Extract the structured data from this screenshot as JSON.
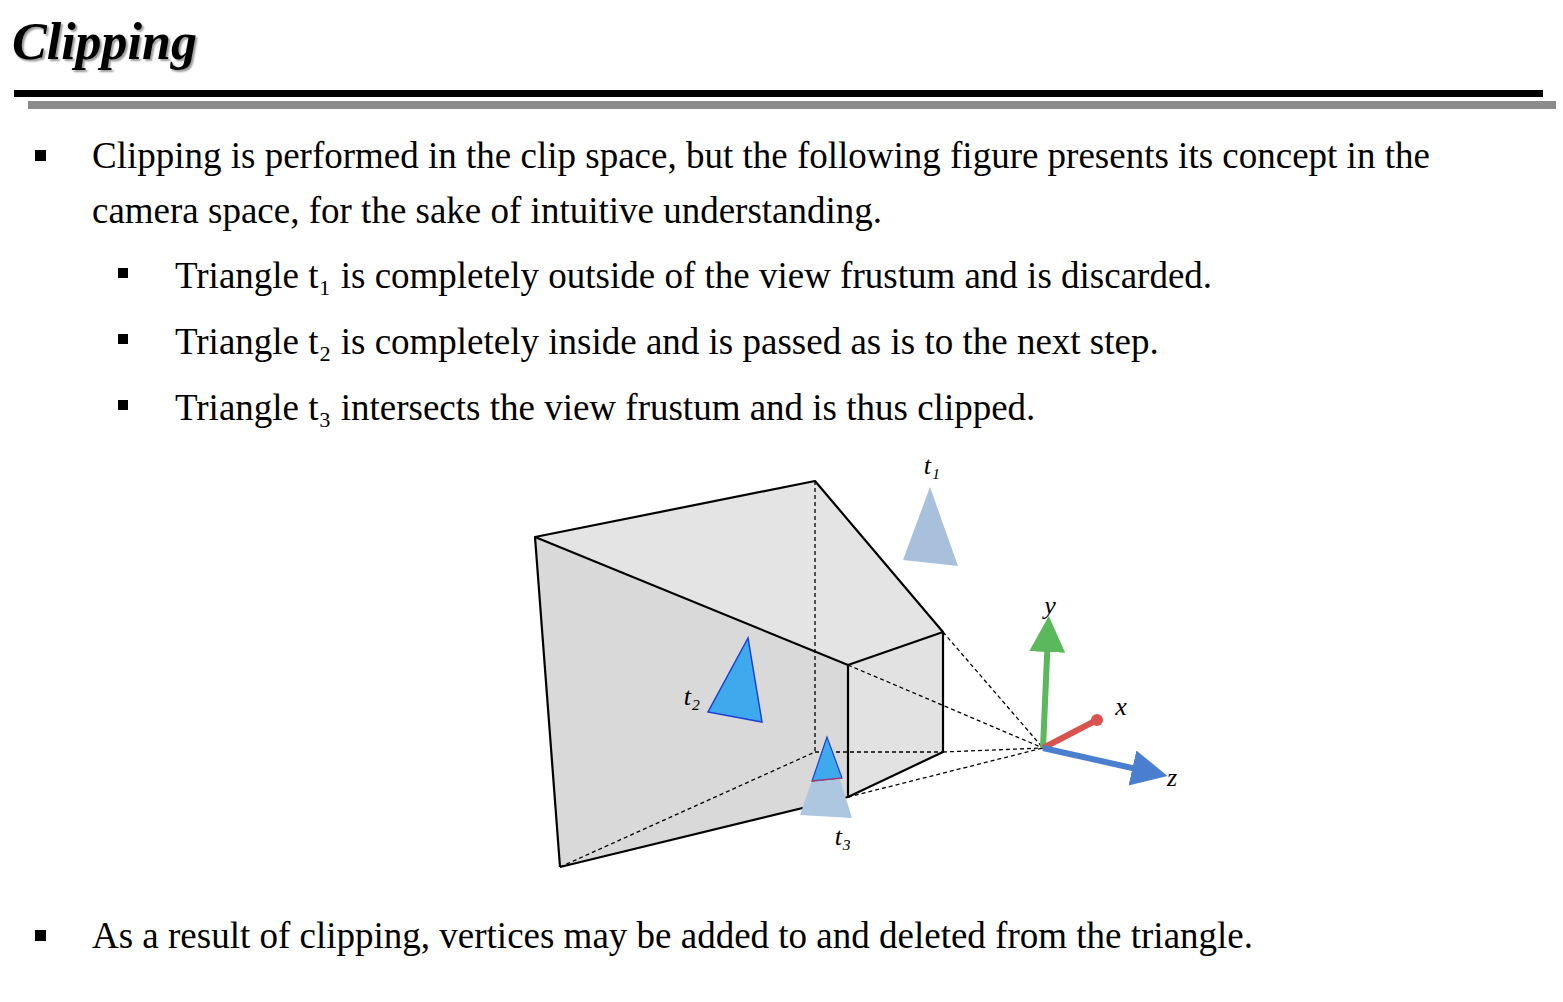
{
  "diagram": {
    "title": "Clipping",
    "labels": [
      "Clipping is performed in the clip space, but the following figure presents its concept in the camera space, for the sake of intuitive understanding.",
      "Triangle t₁ is completely outside of the view frustum and is discarded.",
      "Triangle t₂ is completely inside and is passed as is to the next step.",
      "Triangle t₃ intersects the view frustum and is thus clipped.",
      "As a result of clipping, vertices may be added to and deleted from the triangle.",
      "t₁",
      "t₂",
      "t₃",
      "y",
      "x",
      "z"
    ]
  }
}
